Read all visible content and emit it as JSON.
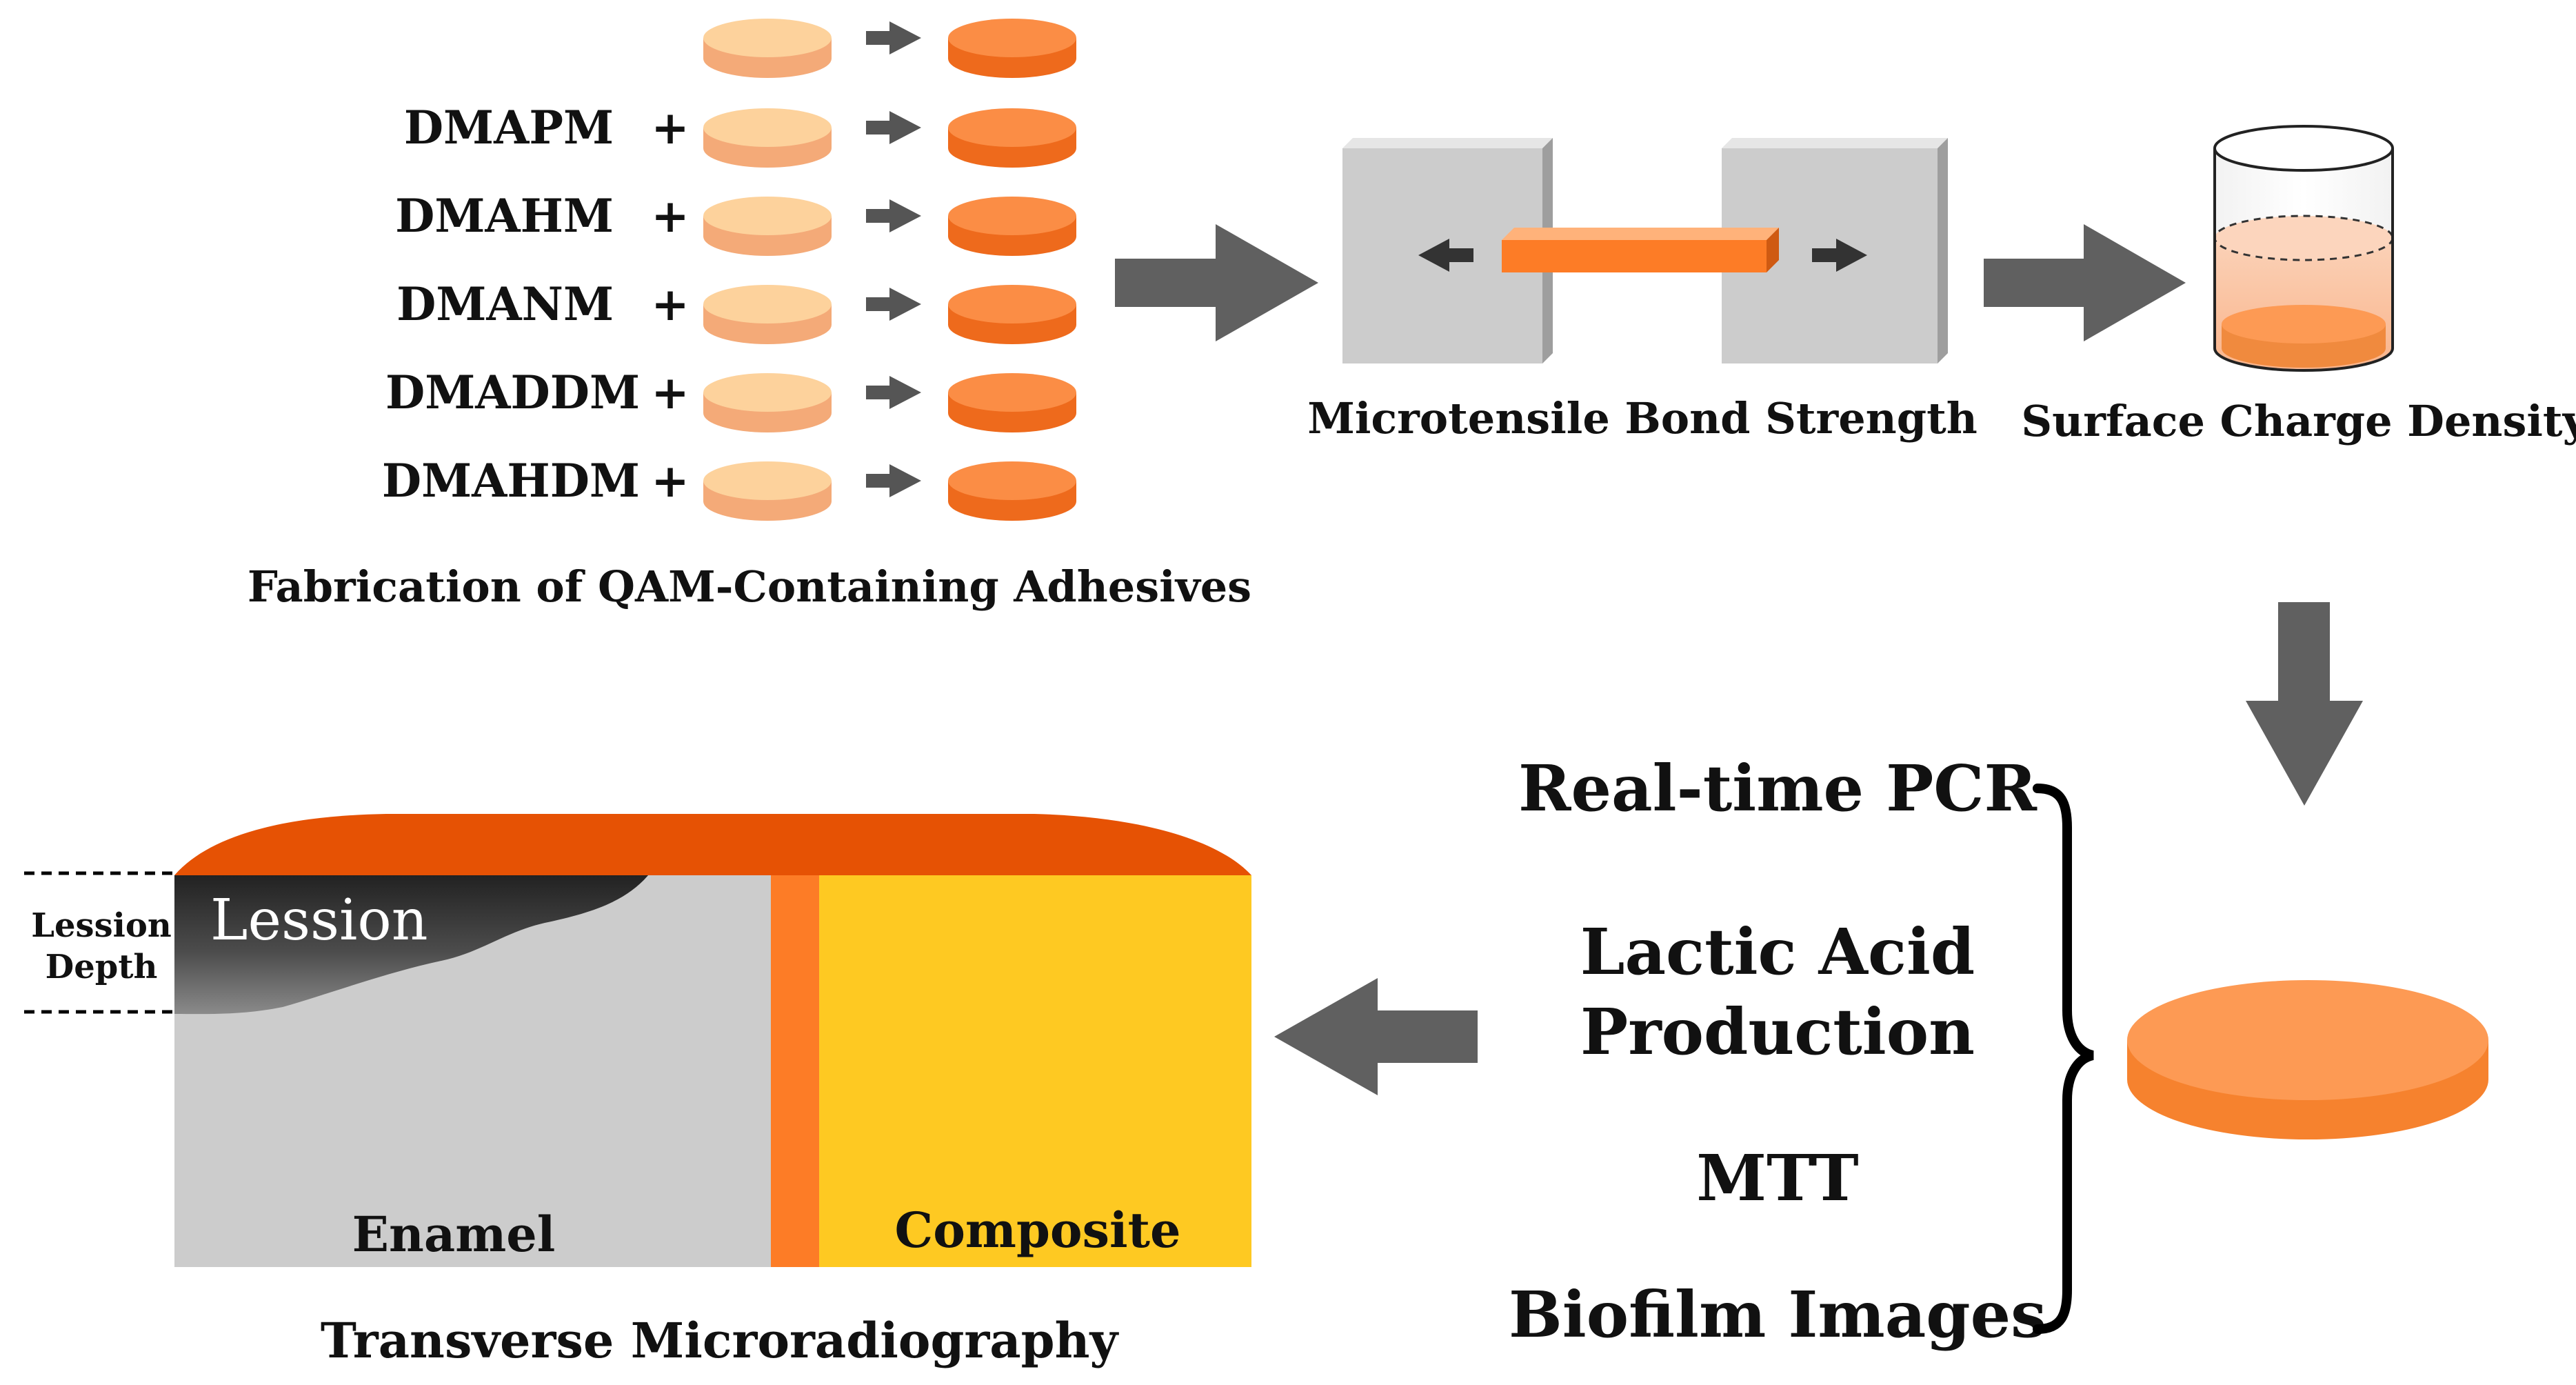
{
  "fabrication": {
    "compounds": [
      "DMAPM",
      "DMAHM",
      "DMANM",
      "DMADDM",
      "DMAHDM"
    ],
    "plus": "+",
    "caption": "Fabrication of QAM-Containing Adhesives"
  },
  "microtensile": {
    "caption": "Microtensile Bond Strength"
  },
  "surface_charge": {
    "caption": "Surface Charge Density"
  },
  "assays": {
    "real_time_pcr": "Real-time PCR",
    "lactic_acid_line1": "Lactic Acid",
    "lactic_acid_line2": "Production",
    "mtt": "MTT",
    "biofilm": "Biofilm Images"
  },
  "tmr": {
    "lesion": "Lession",
    "lesion_depth_line1": "Lession",
    "lesion_depth_line2": "Depth",
    "enamel": "Enamel",
    "composite": "Composite",
    "caption": "Transverse Microradiography"
  },
  "colors": {
    "disk_light_top": "#fdd29c",
    "disk_light_side": "#f4aa78",
    "disk_dark_top": "#fb8d45",
    "disk_dark_side": "#ee6a1c",
    "arrow_gray": "#606060",
    "panel_gray": "#cccccc",
    "bar_orange": "#fd7c26",
    "cap_orange": "#e65204",
    "composite_yellow": "#fec922"
  }
}
